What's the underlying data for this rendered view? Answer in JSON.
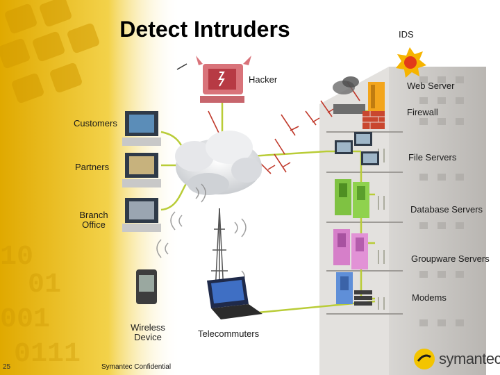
{
  "title": "Detect Intruders",
  "labels": {
    "ids": "IDS",
    "hacker": "Hacker",
    "web_server": "Web Server",
    "firewall": "Firewall",
    "customers": "Customers",
    "file_servers": "File Servers",
    "partners": "Partners",
    "database_servers": "Database Servers",
    "branch_office": "Branch Office",
    "groupware_servers": "Groupware Servers",
    "modems": "Modems",
    "wireless_device": "Wireless Device",
    "telecommuters": "Telecommuters"
  },
  "footer": {
    "page_number": "25",
    "confidential": "Symantec Confidential"
  },
  "brand": {
    "name": "symantec.",
    "logo_icon": "symantec-logo-icon"
  },
  "colors": {
    "keyboard_yellow": "#e8b400",
    "building": "#c9c6c2",
    "network_line": "#b9cc37",
    "alarm": "#e23a1a",
    "hacker": "#d9737a"
  }
}
